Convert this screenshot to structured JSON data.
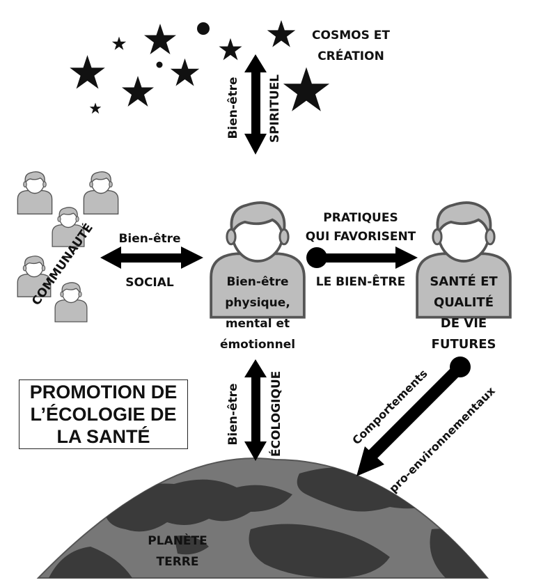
{
  "labels": {
    "cosmos": "COSMOS ET\nCRÉATION",
    "bien_etre_spirituel_top": "Bien-être",
    "bien_etre_spirituel_bottom": "SPIRITUEL",
    "communaute": "COMMUNAUTÉ",
    "social_top": "Bien-être",
    "social_bottom": "SOCIAL",
    "center_person": "Bien-être\nphysique,\nmental et\némotionnel",
    "pratiques_top": "PRATIQUES\nQUI FAVORISENT",
    "pratiques_bottom": "LE BIEN-ÊTRE",
    "future_person": "SANTÉ ET\nQUALITÉ\nDE VIE\nFUTURES",
    "ecologique_top": "Bien-être",
    "ecologique_bottom": "ÉCOLOGIQUE",
    "comportements_top": "Comportements",
    "comportements_bottom": "pro-environnementaux",
    "title": "PROMOTION DE\nL’ÉCOLOGIE DE\nLA SANTÉ",
    "planete": "PLANÈTE\nTERRE"
  },
  "colors": {
    "person_fill": "#bdbdbd",
    "person_stroke": "#555555",
    "face_fill": "#ffffff",
    "earth_ocean": "#777777",
    "earth_land": "#3a3a3a",
    "arrow": "#000000"
  },
  "icons": [
    "star-icon",
    "person-icon",
    "globe-icon",
    "double-arrow-icon"
  ]
}
